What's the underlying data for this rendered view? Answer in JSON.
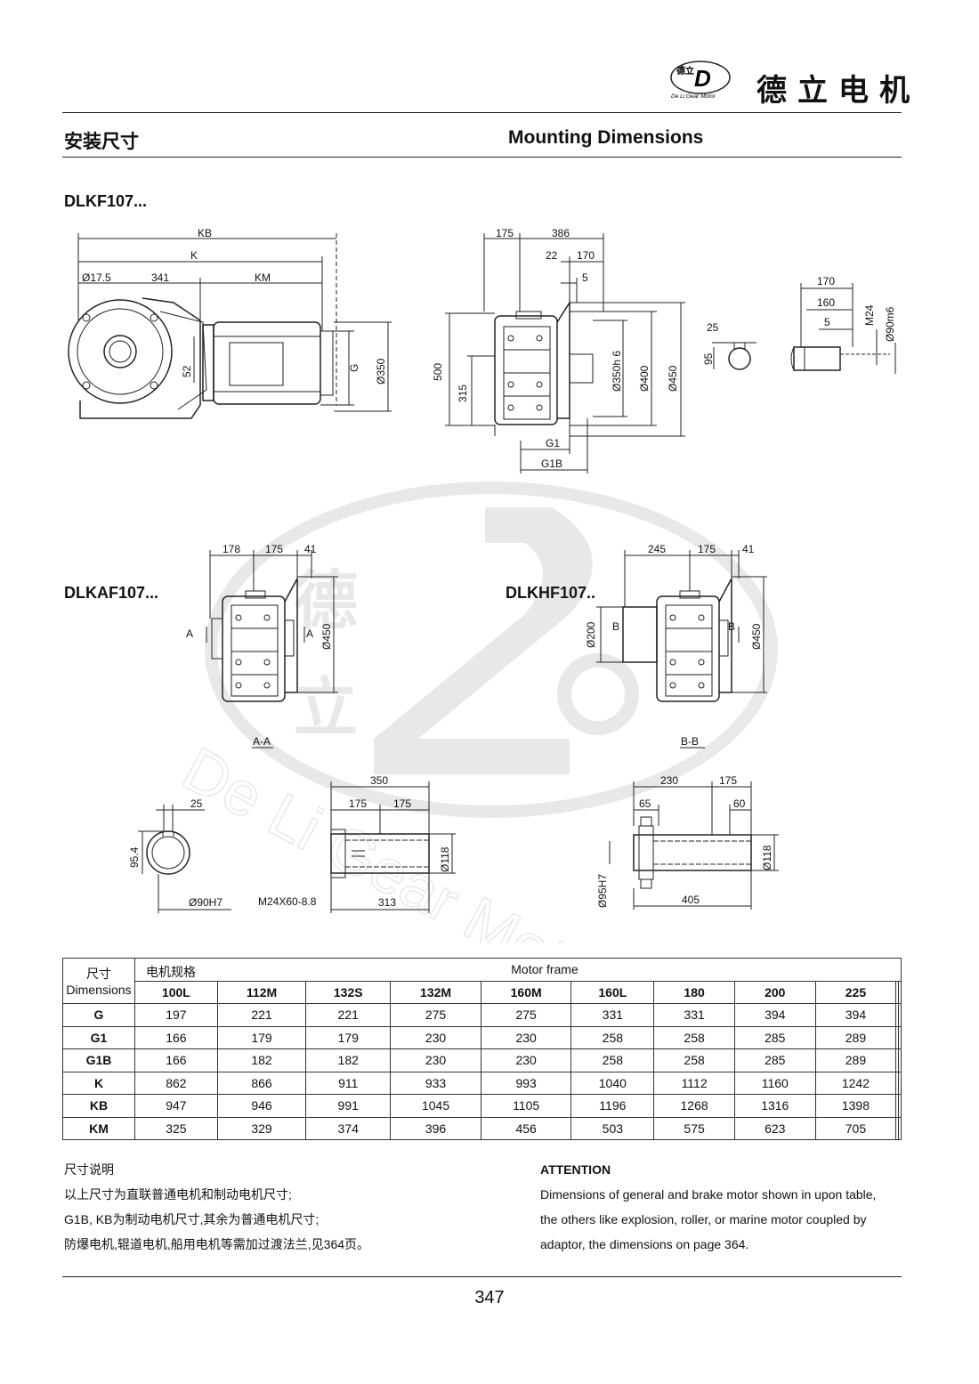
{
  "brand": {
    "name_cn": "德立电机",
    "logo_cn": "德立",
    "logo_letter": "D",
    "logo_en": "De Li Gear Motor"
  },
  "header": {
    "title_cn": "安装尺寸",
    "title_en": "Mounting Dimensions"
  },
  "models": {
    "kf": "DLKF107...",
    "kaf": "DLKAF107...",
    "khf": "DLKHF107.."
  },
  "drawing_kf_side": {
    "kb": "KB",
    "k": "K",
    "km": "KM",
    "d175": "Ø17.5",
    "d341": "341",
    "d52": "52",
    "g": "G",
    "d350": "Ø350"
  },
  "drawing_kf_front": {
    "d175": "175",
    "d386": "386",
    "d22": "22",
    "d170": "170",
    "d5": "5",
    "d500": "500",
    "d315": "315",
    "d350h6": "Ø350h 6",
    "d400": "Ø400",
    "d450": "Ø450",
    "g1": "G1",
    "g1b": "G1B"
  },
  "drawing_shaft": {
    "d25": "25",
    "d95": "95",
    "d170": "170",
    "d160": "160",
    "d5": "5",
    "m24": "M24",
    "d90m6": "Ø90m6"
  },
  "drawing_kaf": {
    "d178": "178",
    "d175": "175",
    "d41": "41",
    "section": "A",
    "d450": "Ø450",
    "caption": "A-A"
  },
  "drawing_khf": {
    "d245": "245",
    "d175": "175",
    "d41": "41",
    "section": "B",
    "d200": "Ø200",
    "d450": "Ø450",
    "caption": "B-B"
  },
  "drawing_hollow_a": {
    "d25": "25",
    "d954": "95.4",
    "d90h7": "Ø90H7",
    "d350": "350",
    "d175a": "175",
    "d175b": "175",
    "d118": "Ø118",
    "bolt": "M24X60-8.8",
    "d313": "313"
  },
  "drawing_hollow_b": {
    "d230": "230",
    "d175": "175",
    "d65": "65",
    "d60": "60",
    "d118": "Ø118",
    "d95h7": "Ø95H7",
    "d405": "405"
  },
  "table": {
    "corner_cn": "尺寸",
    "corner_en": "Dimensions",
    "frame_cn": "电机规格",
    "frame_en": "Motor frame",
    "frames": [
      "100L",
      "112M",
      "132S",
      "132M",
      "160M",
      "160L",
      "180",
      "200",
      "225",
      "",
      ""
    ],
    "rows": [
      {
        "label": "G",
        "values": [
          "197",
          "221",
          "221",
          "275",
          "275",
          "331",
          "331",
          "394",
          "394",
          "",
          ""
        ]
      },
      {
        "label": "G1",
        "values": [
          "166",
          "179",
          "179",
          "230",
          "230",
          "258",
          "258",
          "285",
          "289",
          "",
          ""
        ]
      },
      {
        "label": "G1B",
        "values": [
          "166",
          "182",
          "182",
          "230",
          "230",
          "258",
          "258",
          "285",
          "289",
          "",
          ""
        ]
      },
      {
        "label": "K",
        "values": [
          "862",
          "866",
          "911",
          "933",
          "993",
          "1040",
          "1112",
          "1160",
          "1242",
          "",
          ""
        ]
      },
      {
        "label": "KB",
        "values": [
          "947",
          "946",
          "991",
          "1045",
          "1105",
          "1196",
          "1268",
          "1316",
          "1398",
          "",
          ""
        ]
      },
      {
        "label": "KM",
        "values": [
          "325",
          "329",
          "374",
          "396",
          "456",
          "503",
          "575",
          "623",
          "705",
          "",
          ""
        ]
      }
    ]
  },
  "notes_cn": {
    "title": "尺寸说明",
    "lines": [
      "以上尺寸为直联普通电机和制动电机尺寸;",
      "G1B, KB为制动电机尺寸,其余为普通电机尺寸;",
      "防爆电机,辊道电机,船用电机等需加过渡法兰,见364页。"
    ]
  },
  "notes_en": {
    "title": "ATTENTION",
    "lines": [
      "Dimensions of general and brake motor shown in upon table,",
      "the others like explosion, roller, or marine motor coupled by",
      "adaptor, the dimensions on page 364."
    ]
  },
  "watermark": {
    "text": "De Li Gear Motor",
    "text_cn_1": "德",
    "text_cn_2": "立"
  },
  "footer": {
    "page": "347"
  }
}
